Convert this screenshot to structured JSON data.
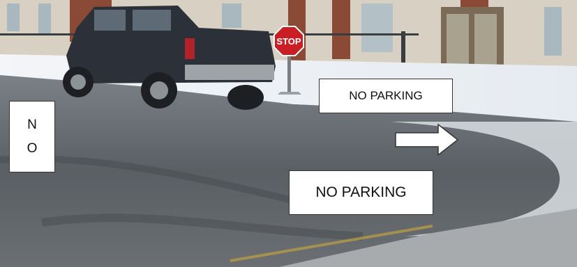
{
  "scene": {
    "description_labels": {
      "stop_sign": "STOP",
      "no_parking_top": "NO PARKING",
      "no_parking_bottom": "NO PARKING",
      "no_vertical_line1": "N",
      "no_vertical_line2": "O"
    },
    "arrow_direction": "right",
    "colors": {
      "sky_snow": "#e9edf2",
      "building": "#d9d2c4",
      "brick": "#8a4a36",
      "truck": "#2c3038",
      "road": "#5f6469",
      "stop_sign": "#c81e24"
    }
  }
}
